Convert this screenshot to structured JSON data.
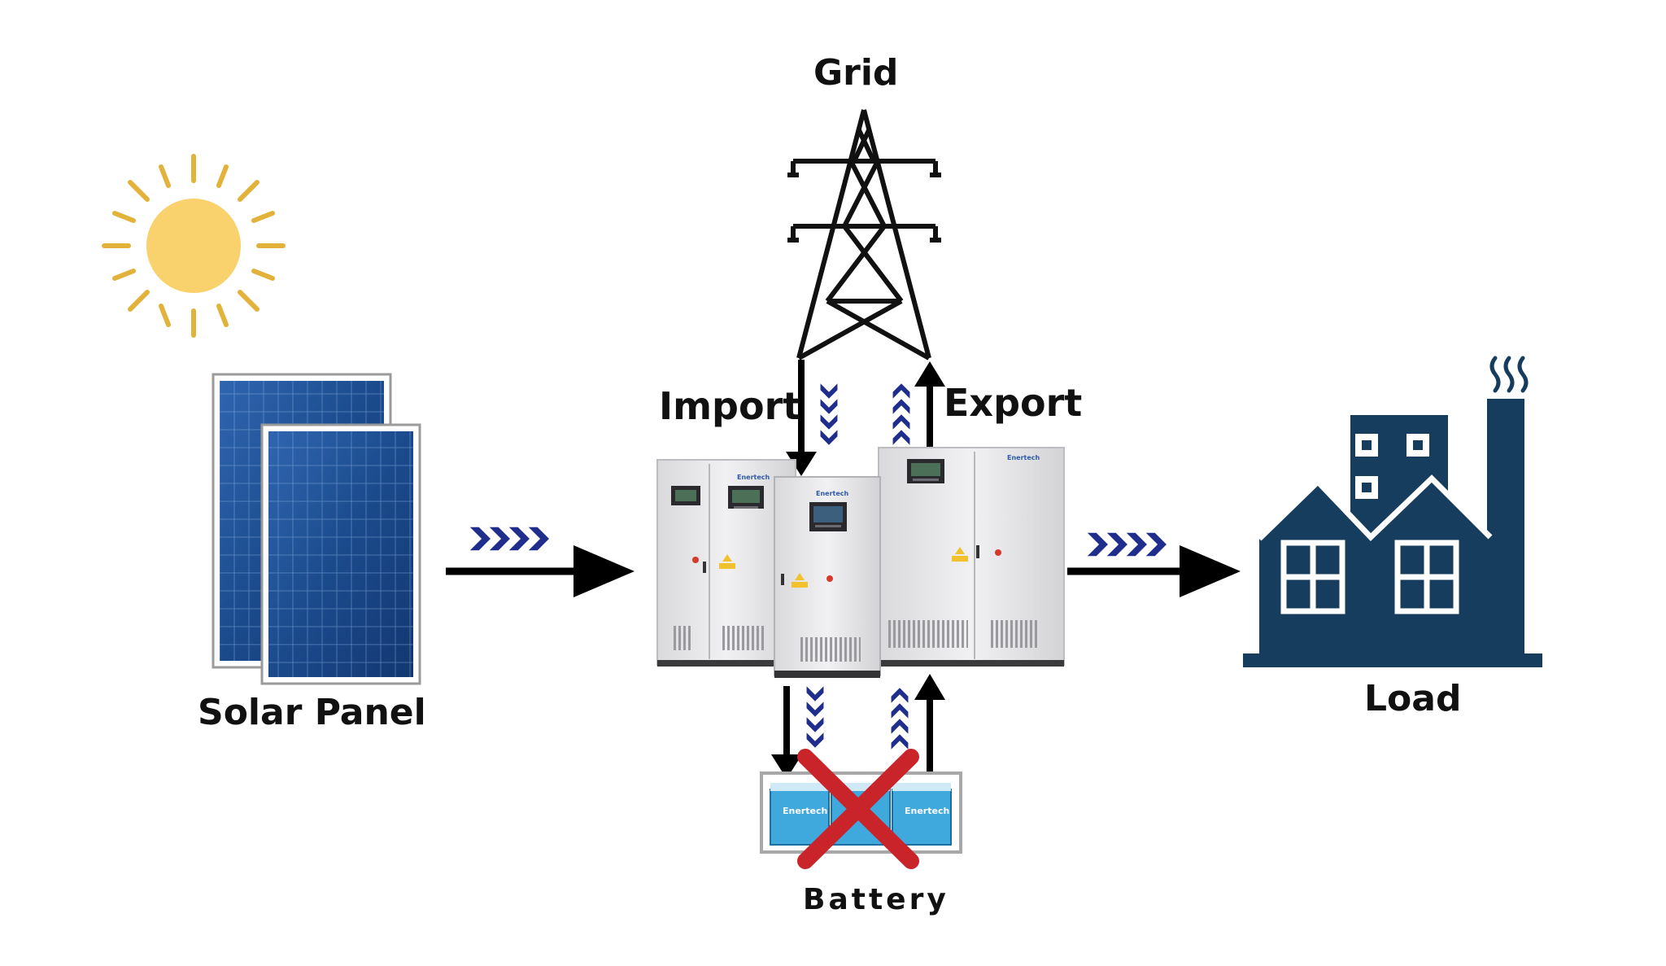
{
  "labels": {
    "grid": "Grid",
    "import": "Import",
    "export": "Export",
    "solar_panel": "Solar Panel",
    "load": "Load",
    "battery": "Battery"
  },
  "equipment": {
    "brand_text": "Enertech"
  },
  "colors": {
    "sun": "#F9D16D",
    "sun_rays": "#E2B23B",
    "chevrons": "#1F2E8C",
    "load_building": "#163C5E",
    "cross": "#C8242A",
    "arrows": "#000000",
    "solar_cell": "#1E4E8C",
    "cabinet": "#E9E9EB",
    "battery_body": "#3FA8DC"
  },
  "icons": [
    "sun-icon",
    "solar-panel-icon",
    "transmission-tower-icon",
    "inverter-cabinet-icon",
    "factory-icon",
    "battery-icon",
    "cross-icon",
    "chevron-icon",
    "arrow-icon"
  ]
}
